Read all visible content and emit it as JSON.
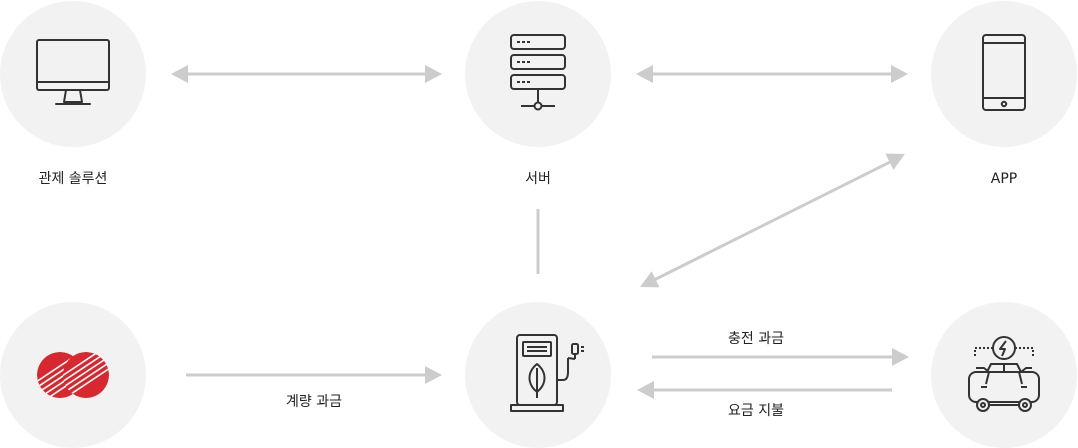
{
  "nodes": {
    "control": {
      "label": "관제 솔루션",
      "icon": "monitor-icon"
    },
    "server": {
      "label": "서버",
      "icon": "server-icon"
    },
    "app": {
      "label": "APP",
      "icon": "smartphone-icon"
    },
    "meter": {
      "icon": "power-company-logo"
    },
    "charger": {
      "icon": "ev-charger-icon"
    },
    "car": {
      "icon": "electric-car-icon"
    }
  },
  "edges": {
    "meter_charger": {
      "label": "계량 과금"
    },
    "charger_car": {
      "label": "충전 과금"
    },
    "car_charger": {
      "label": "요금 지불"
    }
  },
  "colors": {
    "arrow": "#cccccc",
    "node_bg": "#f2f2f2",
    "icon": "#333333",
    "logo_red": "#d7282f"
  }
}
